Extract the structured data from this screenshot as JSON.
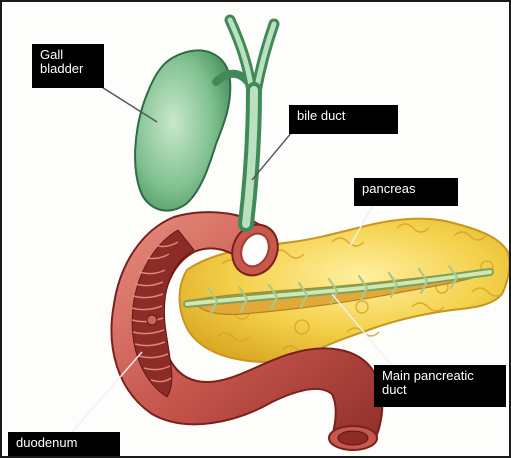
{
  "labels": {
    "gall_bladder": "Gall\nbladder",
    "bile_duct": "bile duct",
    "pancreas": "pancreas",
    "main_pancreatic_duct": "Main pancreatic\nduct",
    "duodenum": "duodenum"
  },
  "colors": {
    "gall_bladder": "#7fc08f",
    "bile_duct": "#8cc99a",
    "pancreas": "#f4d04a",
    "pancreatic_duct": "#b8d48c",
    "duodenum": "#c8574e",
    "duodenum_inner": "#8d2c27",
    "label_background": "#000000",
    "label_text": "#ffffff"
  }
}
